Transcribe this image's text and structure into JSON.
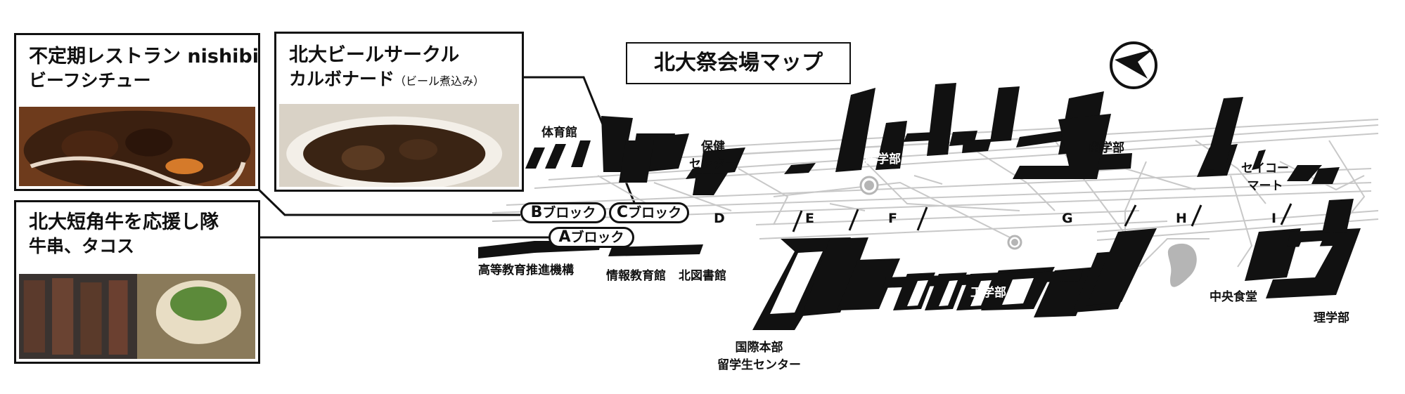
{
  "map_title": "北大祭会場マップ",
  "booths": [
    {
      "name": "不定期レストラン nishibi",
      "dish": "ビーフシチュー"
    },
    {
      "name": "北大ビールサークル",
      "dish": "カルボナード",
      "dish_note": "（ビール煮込み）"
    },
    {
      "name": "北大短角牛を応援し隊",
      "dish": "牛串、タコス"
    }
  ],
  "blocks": [
    {
      "letter": "B",
      "label": "ブロック"
    },
    {
      "letter": "C",
      "label": "ブロック"
    },
    {
      "letter": "A",
      "label": "ブロック"
    }
  ],
  "zone_letters": [
    "D",
    "E",
    "F",
    "G",
    "H",
    "I"
  ],
  "buildings": {
    "taiikukan": "体育館",
    "hoken_1": "保健",
    "hoken_2": "センター",
    "igakubu": "医学部",
    "shigakubu": "歯学部",
    "seico_1": "セイコー",
    "seico_2": "マート",
    "koutou": "高等教育推進機構",
    "joho": "情報教育館",
    "toshokan": "北図書館",
    "kogakubu": "工学部",
    "kokusai_1": "国際本部",
    "kokusai_2": "留学生センター",
    "chuo": "中央食堂",
    "rigakubu": "理学部"
  },
  "icons": {
    "north_arrow": "north-arrow-icon"
  },
  "colors": {
    "ink": "#111111",
    "road": "#cccccc",
    "pond": "#b5b5b5"
  }
}
